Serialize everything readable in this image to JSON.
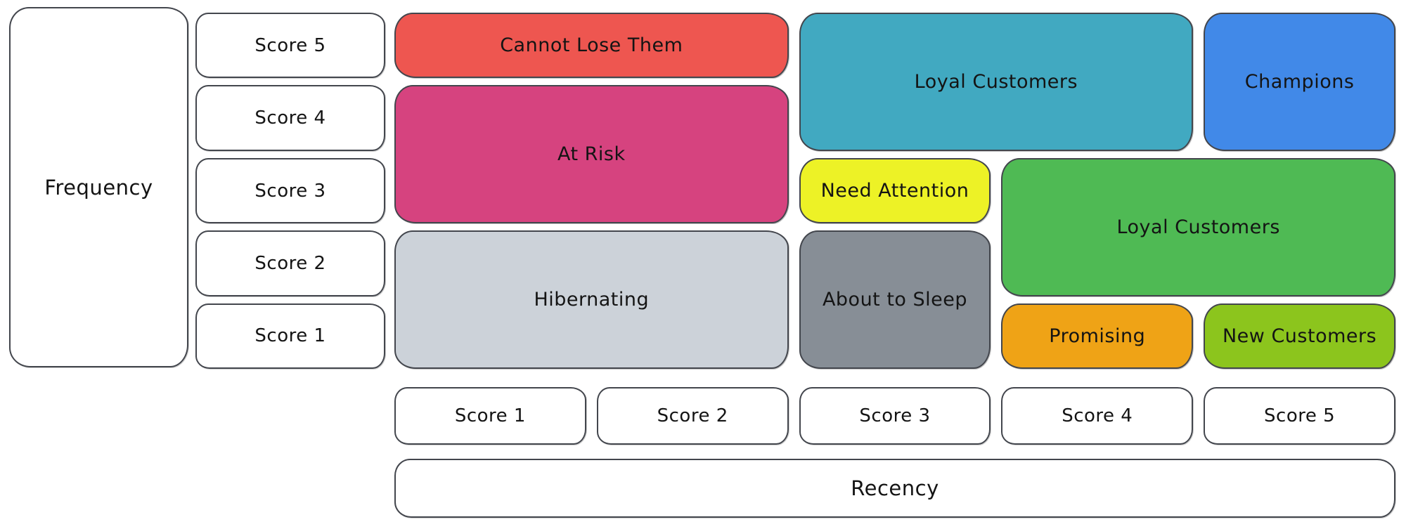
{
  "axes": {
    "frequency_label": "Frequency",
    "recency_label": "Recency",
    "frequency_scores": [
      "Score 5",
      "Score 4",
      "Score 3",
      "Score 2",
      "Score 1"
    ],
    "recency_scores": [
      "Score 1",
      "Score 2",
      "Score 3",
      "Score 4",
      "Score 5"
    ]
  },
  "segments": [
    {
      "id": "cannot-lose-them",
      "label": "Cannot Lose Them",
      "color": "#ee5650",
      "col": [
        1,
        3
      ],
      "row": [
        1,
        2
      ]
    },
    {
      "id": "at-risk",
      "label": "At Risk",
      "color": "#d6437f",
      "col": [
        1,
        3
      ],
      "row": [
        2,
        4
      ]
    },
    {
      "id": "hibernating",
      "label": "Hibernating",
      "color": "#ccd2d9",
      "col": [
        1,
        3
      ],
      "row": [
        4,
        6
      ]
    },
    {
      "id": "loyal-customers-top",
      "label": "Loyal Customers",
      "color": "#41a9c1",
      "col": [
        3,
        5
      ],
      "row": [
        1,
        3
      ]
    },
    {
      "id": "champions",
      "label": "Champions",
      "color": "#4189e8",
      "col": [
        5,
        6
      ],
      "row": [
        1,
        3
      ]
    },
    {
      "id": "need-attention",
      "label": "Need Attention",
      "color": "#edf226",
      "col": [
        3,
        4
      ],
      "row": [
        3,
        4
      ]
    },
    {
      "id": "about-to-sleep",
      "label": "About to Sleep",
      "color": "#878e96",
      "col": [
        3,
        4
      ],
      "row": [
        4,
        6
      ]
    },
    {
      "id": "loyal-customers",
      "label": "Loyal Customers",
      "color": "#4fba54",
      "col": [
        4,
        6
      ],
      "row": [
        3,
        5
      ]
    },
    {
      "id": "promising",
      "label": "Promising",
      "color": "#efa316",
      "col": [
        4,
        5
      ],
      "row": [
        5,
        6
      ]
    },
    {
      "id": "new-customers",
      "label": "New Customers",
      "color": "#8cc51d",
      "col": [
        5,
        6
      ],
      "row": [
        5,
        6
      ]
    }
  ],
  "colors": {
    "background": "#ffffff",
    "stroke": "#43464d",
    "text": "#141414"
  }
}
